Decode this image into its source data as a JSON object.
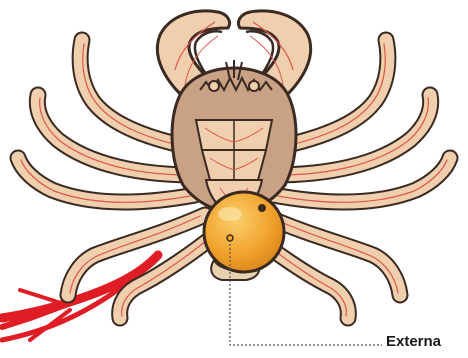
{
  "diagram": {
    "subject": "crab-illustration",
    "annotations": [
      {
        "id": "externa",
        "text": "Externa"
      }
    ]
  },
  "colors": {
    "outline": "#3a2a22",
    "shell": "#f0cfae",
    "vein": "#e0564a",
    "inner_body": "#c9a184",
    "externa": "#f2a42e",
    "externa_highlight": "#f8c569",
    "root": "#e01c24",
    "leader": "#555555",
    "label": "#1a1a1a"
  }
}
